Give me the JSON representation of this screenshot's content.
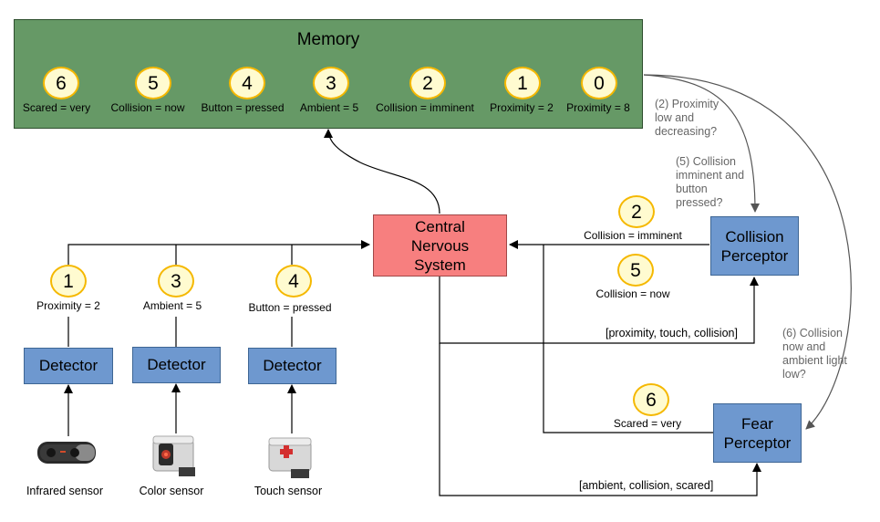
{
  "memory": {
    "title": "Memory",
    "items": [
      {
        "num": "6",
        "label": "Scared = very"
      },
      {
        "num": "5",
        "label": "Collision = now"
      },
      {
        "num": "4",
        "label": "Button = pressed"
      },
      {
        "num": "3",
        "label": "Ambient = 5"
      },
      {
        "num": "2",
        "label": "Collision = imminent"
      },
      {
        "num": "1",
        "label": "Proximity = 2"
      },
      {
        "num": "0",
        "label": "Proximity = 8"
      }
    ]
  },
  "cns": {
    "line1": "Central",
    "line2": "Nervous",
    "line3": "System"
  },
  "collision_perceptor": {
    "line1": "Collision",
    "line2": "Perceptor"
  },
  "fear_perceptor": {
    "line1": "Fear",
    "line2": "Perceptor"
  },
  "detectors": [
    {
      "label": "Detector",
      "num": "1",
      "reading": "Proximity = 2",
      "sensor": "Infrared sensor"
    },
    {
      "label": "Detector",
      "num": "3",
      "reading": "Ambient = 5",
      "sensor": "Color sensor"
    },
    {
      "label": "Detector",
      "num": "4",
      "reading": "Button = pressed",
      "sensor": "Touch sensor"
    }
  ],
  "events": {
    "collision_imminent": {
      "num": "2",
      "label": "Collision = imminent"
    },
    "collision_now": {
      "num": "5",
      "label": "Collision = now"
    },
    "scared_very": {
      "num": "6",
      "label": "Scared = very"
    }
  },
  "subscriptions": {
    "collision": "[proximity, touch, collision]",
    "fear": "[ambient, collision, scared]"
  },
  "queries": {
    "q2": [
      "(2) Proximity",
      "low and",
      "decreasing?"
    ],
    "q5": [
      "(5) Collision",
      "imminent and",
      "button",
      "pressed?"
    ],
    "q6": [
      "(6) Collision",
      "now and",
      "ambient light",
      "low?"
    ]
  },
  "colors": {
    "memory": "#669966",
    "cns": "#f77f7f",
    "perceptor": "#6e98cf",
    "badge_fill": "#fffbd0",
    "badge_border": "#f5b800"
  }
}
